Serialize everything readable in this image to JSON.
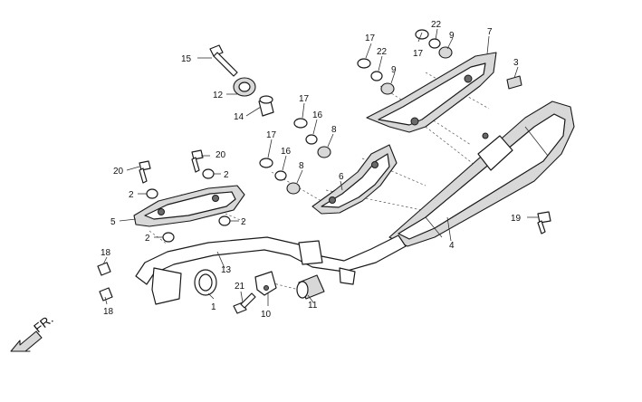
{
  "diagram": {
    "direction_label": "FR.",
    "callouts": {
      "c1": "1",
      "c2a": "2",
      "c2b": "2",
      "c2c": "2",
      "c2d": "2",
      "c3": "3",
      "c4": "4",
      "c5": "5",
      "c6": "6",
      "c7": "7",
      "c8a": "8",
      "c8b": "8",
      "c9a": "9",
      "c9b": "9",
      "c10": "10",
      "c11": "11",
      "c12": "12",
      "c13": "13",
      "c14": "14",
      "c15": "15",
      "c16a": "16",
      "c16b": "16",
      "c17a": "17",
      "c17b": "17",
      "c17c": "17",
      "c17d": "17",
      "c18a": "18",
      "c18b": "18",
      "c19": "19",
      "c20a": "20",
      "c20b": "20",
      "c21": "21",
      "c22a": "22",
      "c22b": "22"
    }
  }
}
